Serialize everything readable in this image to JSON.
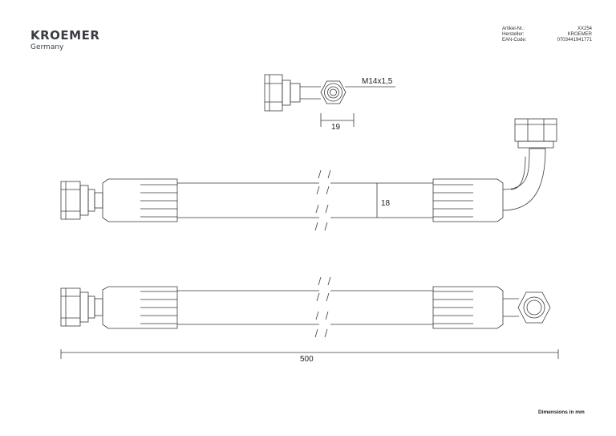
{
  "brand": {
    "name": "KROEMER",
    "subtitle": "Germany"
  },
  "info_block": [
    {
      "label": "Artikel-Nr.:",
      "value": "XX254"
    },
    {
      "label": "Hersteller:",
      "value": "KROEMER"
    },
    {
      "label": "EAN-Code:",
      "value": "0703441941771"
    }
  ],
  "dimensions": {
    "thread": "M14x1,5",
    "nut_width": "19",
    "hose_diameter": "18",
    "length": "500"
  },
  "footer": {
    "note": "Dimensions in mm"
  }
}
